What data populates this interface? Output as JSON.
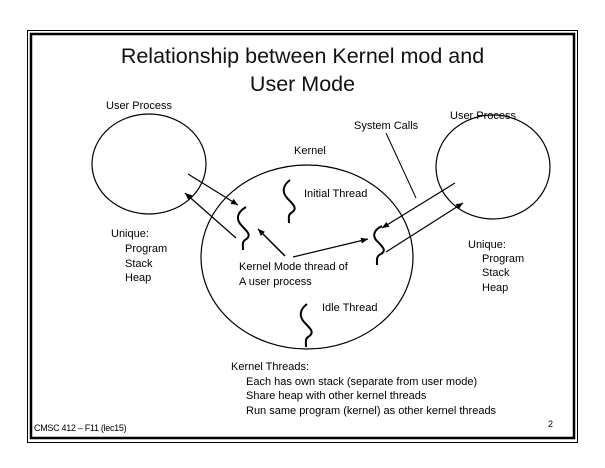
{
  "slide": {
    "title_line1": "Relationship between Kernel mod and",
    "title_line2": "User Mode",
    "left_process": {
      "label": "User Process",
      "unique_heading": "Unique:",
      "unique_items": [
        "Program",
        "Stack",
        "Heap"
      ]
    },
    "right_process": {
      "label": "User Process",
      "unique_heading": "Unique:",
      "unique_items": [
        "Program",
        "Stack",
        "Heap"
      ]
    },
    "kernel": {
      "label": "Kernel",
      "initial_thread": "Initial Thread",
      "kernel_mode_thread_line1": "Kernel Mode thread of",
      "kernel_mode_thread_line2": "A user process",
      "idle_thread": "Idle Thread"
    },
    "system_calls_label": "System Calls",
    "kernel_threads": {
      "heading": "Kernel Threads:",
      "items": [
        "Each has own stack (separate from user mode)",
        "Share heap with other kernel threads",
        "Run same program (kernel) as other kernel threads"
      ]
    },
    "footer": {
      "course": "CMSC 412 – F11  (lec15)",
      "page_number": "2"
    }
  }
}
